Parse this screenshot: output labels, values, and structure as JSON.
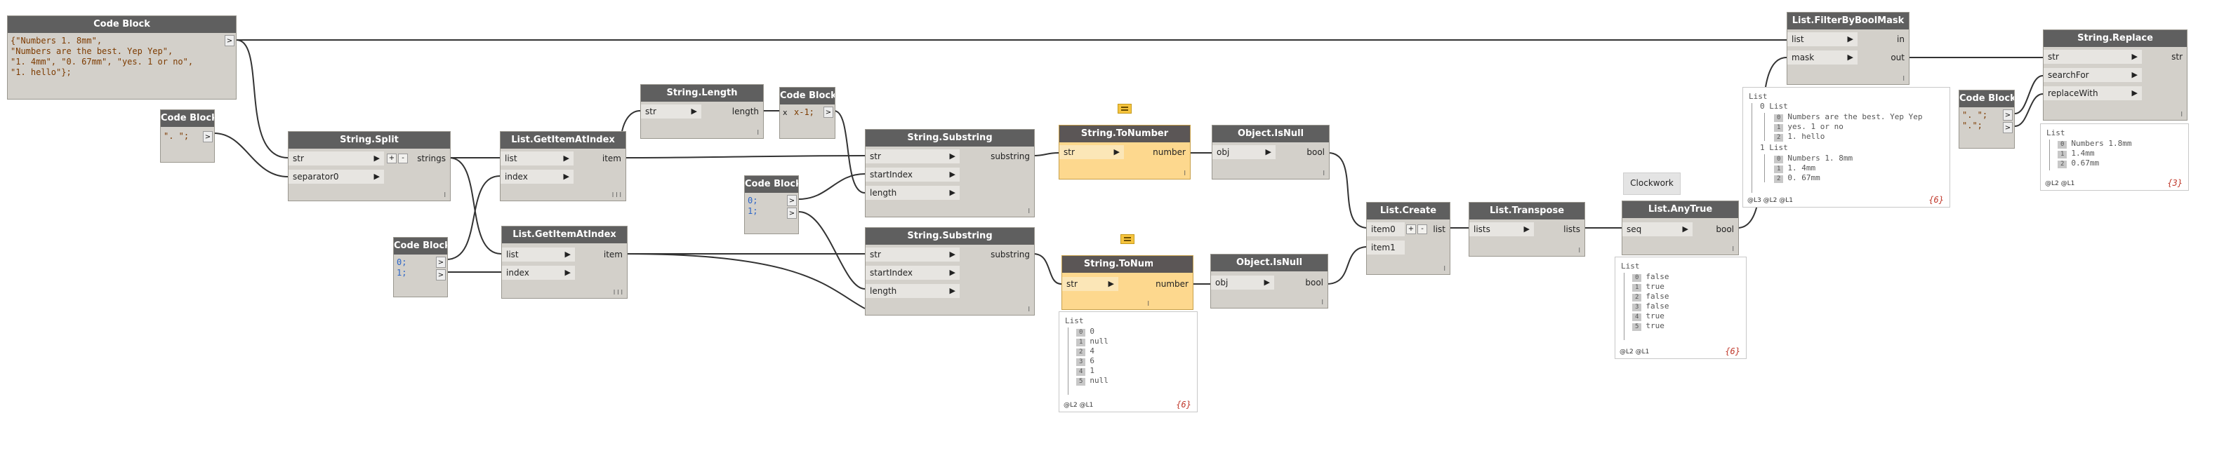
{
  "nodes": {
    "cb_main": {
      "title": "Code Block",
      "lines": [
        "{\"Numbers 1. 8mm\",",
        "\"Numbers are the best. Yep Yep\",",
        "\"1. 4mm\", \"0. 67mm\", \"yes. 1 or no\",",
        "\"1. hello\"};"
      ],
      "out": ">"
    },
    "cb_sep": {
      "title": "Code Block",
      "line": "\". \";",
      "out": ">"
    },
    "split": {
      "title": "String.Split",
      "in1": "str",
      "in2": "separator0",
      "out": "strings",
      "plus": "+",
      "minus": "-",
      "lacing": "l"
    },
    "getitem1": {
      "title": "List.GetItemAtIndex",
      "in1": "list",
      "in2": "index",
      "out": "item",
      "lacing": "l l l"
    },
    "cb_01a": {
      "title": "Code Block",
      "line1": "0;",
      "line2": "1;",
      "out": ">"
    },
    "getitem2": {
      "title": "List.GetItemAtIndex",
      "in1": "list",
      "in2": "index",
      "out": "item",
      "lacing": "l l l"
    },
    "strlen": {
      "title": "String.Length",
      "in1": "str",
      "out": "length",
      "lacing": "l"
    },
    "cb_xm1": {
      "title": "Code Block",
      "in": "x",
      "line": "x-1;",
      "out": ">"
    },
    "cb_01b": {
      "title": "Code Block",
      "line1": "0;",
      "line2": "1;",
      "out": ">"
    },
    "substr1": {
      "title": "String.Substring",
      "in1": "str",
      "in2": "startIndex",
      "in3": "length",
      "out": "substring",
      "lacing": "l"
    },
    "substr2": {
      "title": "String.Substring",
      "in1": "str",
      "in2": "startIndex",
      "in3": "length",
      "out": "substring",
      "lacing": "l"
    },
    "tonum1": {
      "title": "String.ToNumber",
      "in1": "str",
      "out": "number",
      "lacing": "l"
    },
    "tonum2": {
      "title": "String.ToNumber",
      "in1": "str",
      "out": "number",
      "lacing": "l"
    },
    "isnull1": {
      "title": "Object.IsNull",
      "in1": "obj",
      "out": "bool",
      "lacing": "l"
    },
    "isnull2": {
      "title": "Object.IsNull",
      "in1": "obj",
      "out": "bool",
      "lacing": "l"
    },
    "create": {
      "title": "List.Create",
      "in1": "item0",
      "in2": "item1",
      "out": "list",
      "plus": "+",
      "minus": "-",
      "lacing": "l"
    },
    "transpose": {
      "title": "List.Transpose",
      "in1": "lists",
      "out": "lists",
      "lacing": "l"
    },
    "anytrue": {
      "title": "List.AnyTrue",
      "in1": "seq",
      "out": "bool",
      "lacing": "l",
      "group": "Clockwork"
    },
    "filter": {
      "title": "List.FilterByBoolMask",
      "in1": "list",
      "in2": "mask",
      "out1": "in",
      "out2": "out",
      "lacing": "l"
    },
    "cb_repl": {
      "title": "Code Block",
      "line1": "\". \";",
      "line2": "\".\";",
      "out": ">"
    },
    "replace": {
      "title": "String.Replace",
      "in1": "str",
      "in2": "searchFor",
      "in3": "replaceWith",
      "out": "str",
      "lacing": "l"
    }
  },
  "previews": {
    "tonum2": {
      "header": "List",
      "rows": [
        [
          "0",
          "0"
        ],
        [
          "1",
          "null"
        ],
        [
          "2",
          "4"
        ],
        [
          "3",
          "6"
        ],
        [
          "4",
          "1"
        ],
        [
          "5",
          "null"
        ]
      ],
      "foot": "@L2 @L1",
      "count": "{6}"
    },
    "anytrue": {
      "header": "List",
      "rows": [
        [
          "0",
          "false"
        ],
        [
          "1",
          "true"
        ],
        [
          "2",
          "false"
        ],
        [
          "3",
          "false"
        ],
        [
          "4",
          "true"
        ],
        [
          "5",
          "true"
        ]
      ],
      "foot": "@L2 @L1",
      "count": "{6}"
    },
    "filter": {
      "header": "List",
      "sub1": "0 List",
      "sub1rows": [
        [
          "0",
          "Numbers are the best. Yep Yep"
        ],
        [
          "1",
          "yes. 1 or no"
        ],
        [
          "2",
          "1. hello"
        ]
      ],
      "sub2": "1 List",
      "sub2rows": [
        [
          "0",
          "Numbers 1. 8mm"
        ],
        [
          "1",
          "1. 4mm"
        ],
        [
          "2",
          "0. 67mm"
        ]
      ],
      "foot": "@L3 @L2 @L1",
      "count": "{6}"
    },
    "replace": {
      "header": "List",
      "rows": [
        [
          "0",
          "Numbers 1.8mm"
        ],
        [
          "1",
          "1.4mm"
        ],
        [
          "2",
          "0.67mm"
        ]
      ],
      "foot": "@L2 @L1",
      "count": "{3}"
    }
  },
  "colors": {
    "header": "#5f5f5f",
    "node_body": "#d3d0ca",
    "warning_body": "#fdd88e",
    "wire": "#333333",
    "preview_count": "#c0392b"
  },
  "icons": {
    "warning": "warning-speech-icon"
  }
}
